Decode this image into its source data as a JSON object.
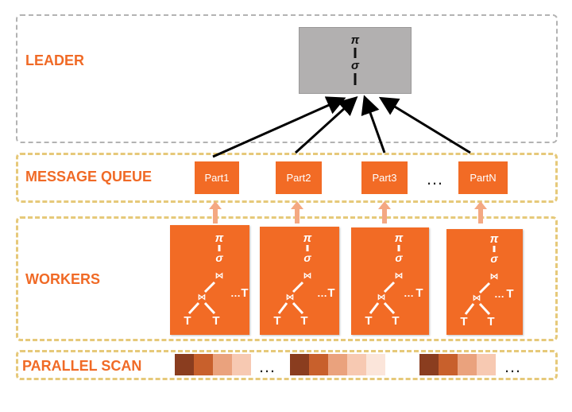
{
  "layers": {
    "leader": "LEADER",
    "message_queue": "MESSAGE QUEUE",
    "workers": "WORKERS",
    "parallel_scan": "PARALLEL SCAN"
  },
  "operators": {
    "project": "π",
    "select": "σ",
    "join": "⋈",
    "table": "T"
  },
  "parts": [
    "Part1",
    "Part2",
    "Part3",
    "PartN"
  ],
  "ellipsis": "…",
  "scan_ellipsis": "…",
  "colors": {
    "accent": "#f26b25",
    "label": "#f06a26",
    "leader_box": "#b2b0b0",
    "arrow": "#000000",
    "queue_arrow": "#f4a882",
    "chip_shades": [
      "#8a3d1f",
      "#c8602c",
      "#eaa27d",
      "#f7c9b2",
      "#fbe5da"
    ]
  }
}
